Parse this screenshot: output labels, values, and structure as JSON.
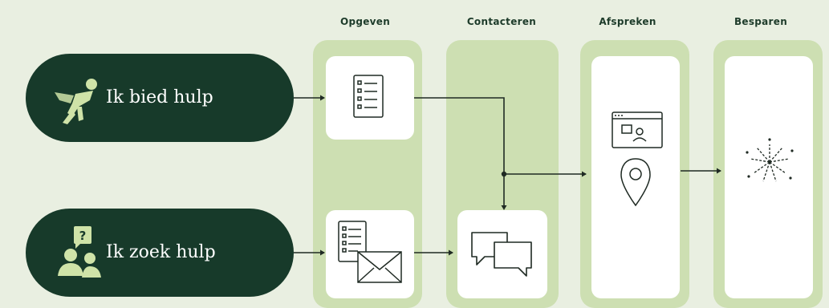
{
  "columns": {
    "opgeven": "Opgeven",
    "contacteren": "Contacteren",
    "afspreken": "Afspreken",
    "besparen": "Besparen"
  },
  "entries": {
    "offer": {
      "label": "Ik bied hulp",
      "icon": "flying-hero-icon"
    },
    "seek": {
      "label": "Ik zoek hulp",
      "icon": "question-people-icon"
    }
  },
  "icons": {
    "form": "checklist-icon",
    "form_mail": "form-envelope-icon",
    "chat": "chat-bubbles-icon",
    "meeting": "video-call-icon",
    "location": "map-pin-icon",
    "celebrate": "fireworks-icon"
  },
  "colors": {
    "background": "#e9efe1",
    "lane": "#cddfb2",
    "pill": "#173a2a",
    "card": "#ffffff",
    "line": "#1f2a23",
    "icon_light": "#cfe3a8"
  }
}
